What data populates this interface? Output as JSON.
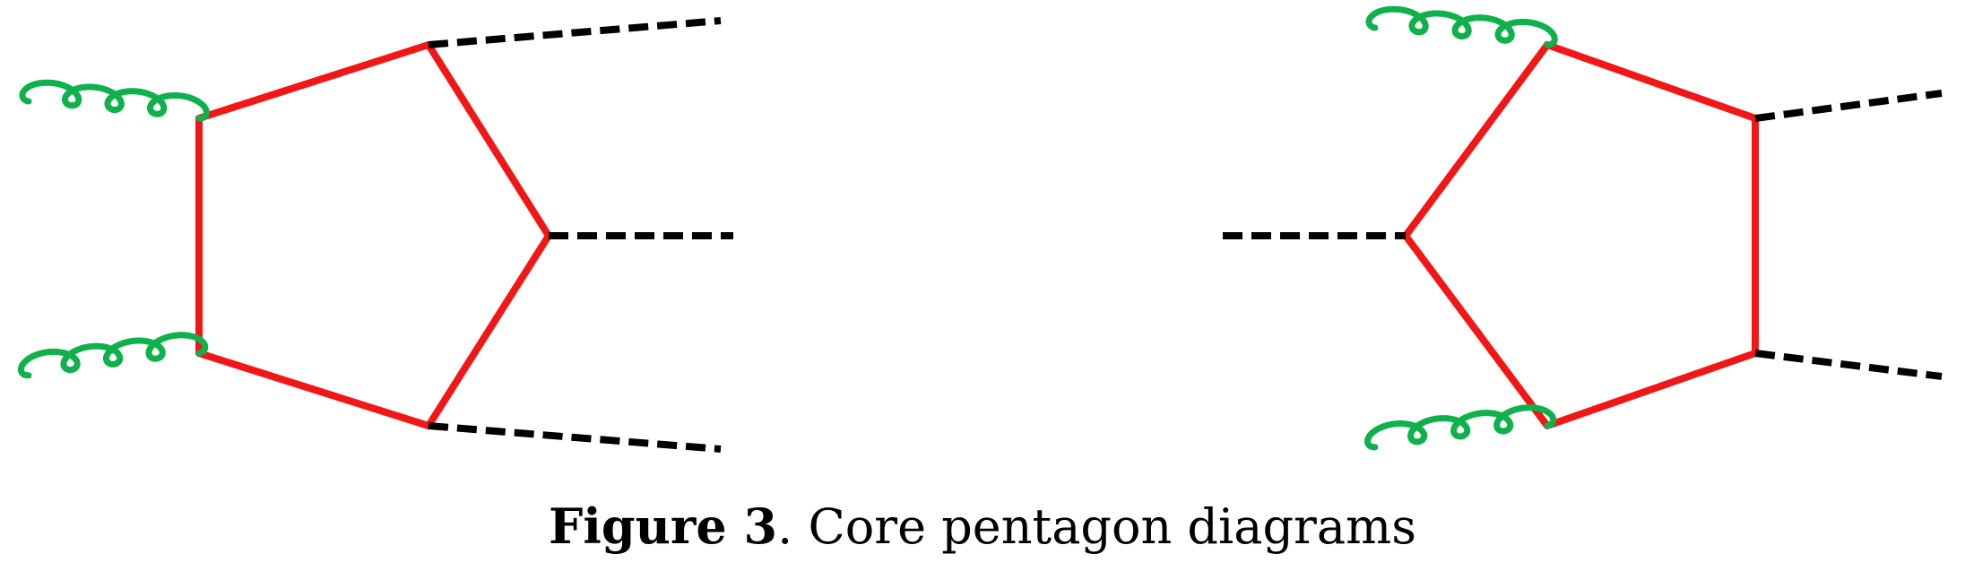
{
  "figure": {
    "label": "Figure 3",
    "separator": ". ",
    "title": "Core pentagon diagrams"
  },
  "colors": {
    "propagator": "#f21616",
    "gluon": "#0fb14b",
    "scalar": "#000000"
  },
  "diagrams": [
    {
      "name": "pentagon-diagram-left",
      "loop": "pentagon",
      "external_lines": [
        {
          "kind": "gluon",
          "count": 2
        },
        {
          "kind": "scalar-dashed",
          "count": 3
        }
      ]
    },
    {
      "name": "pentagon-diagram-right",
      "loop": "pentagon",
      "external_lines": [
        {
          "kind": "gluon",
          "count": 2
        },
        {
          "kind": "scalar-dashed",
          "count": 3
        }
      ]
    }
  ]
}
